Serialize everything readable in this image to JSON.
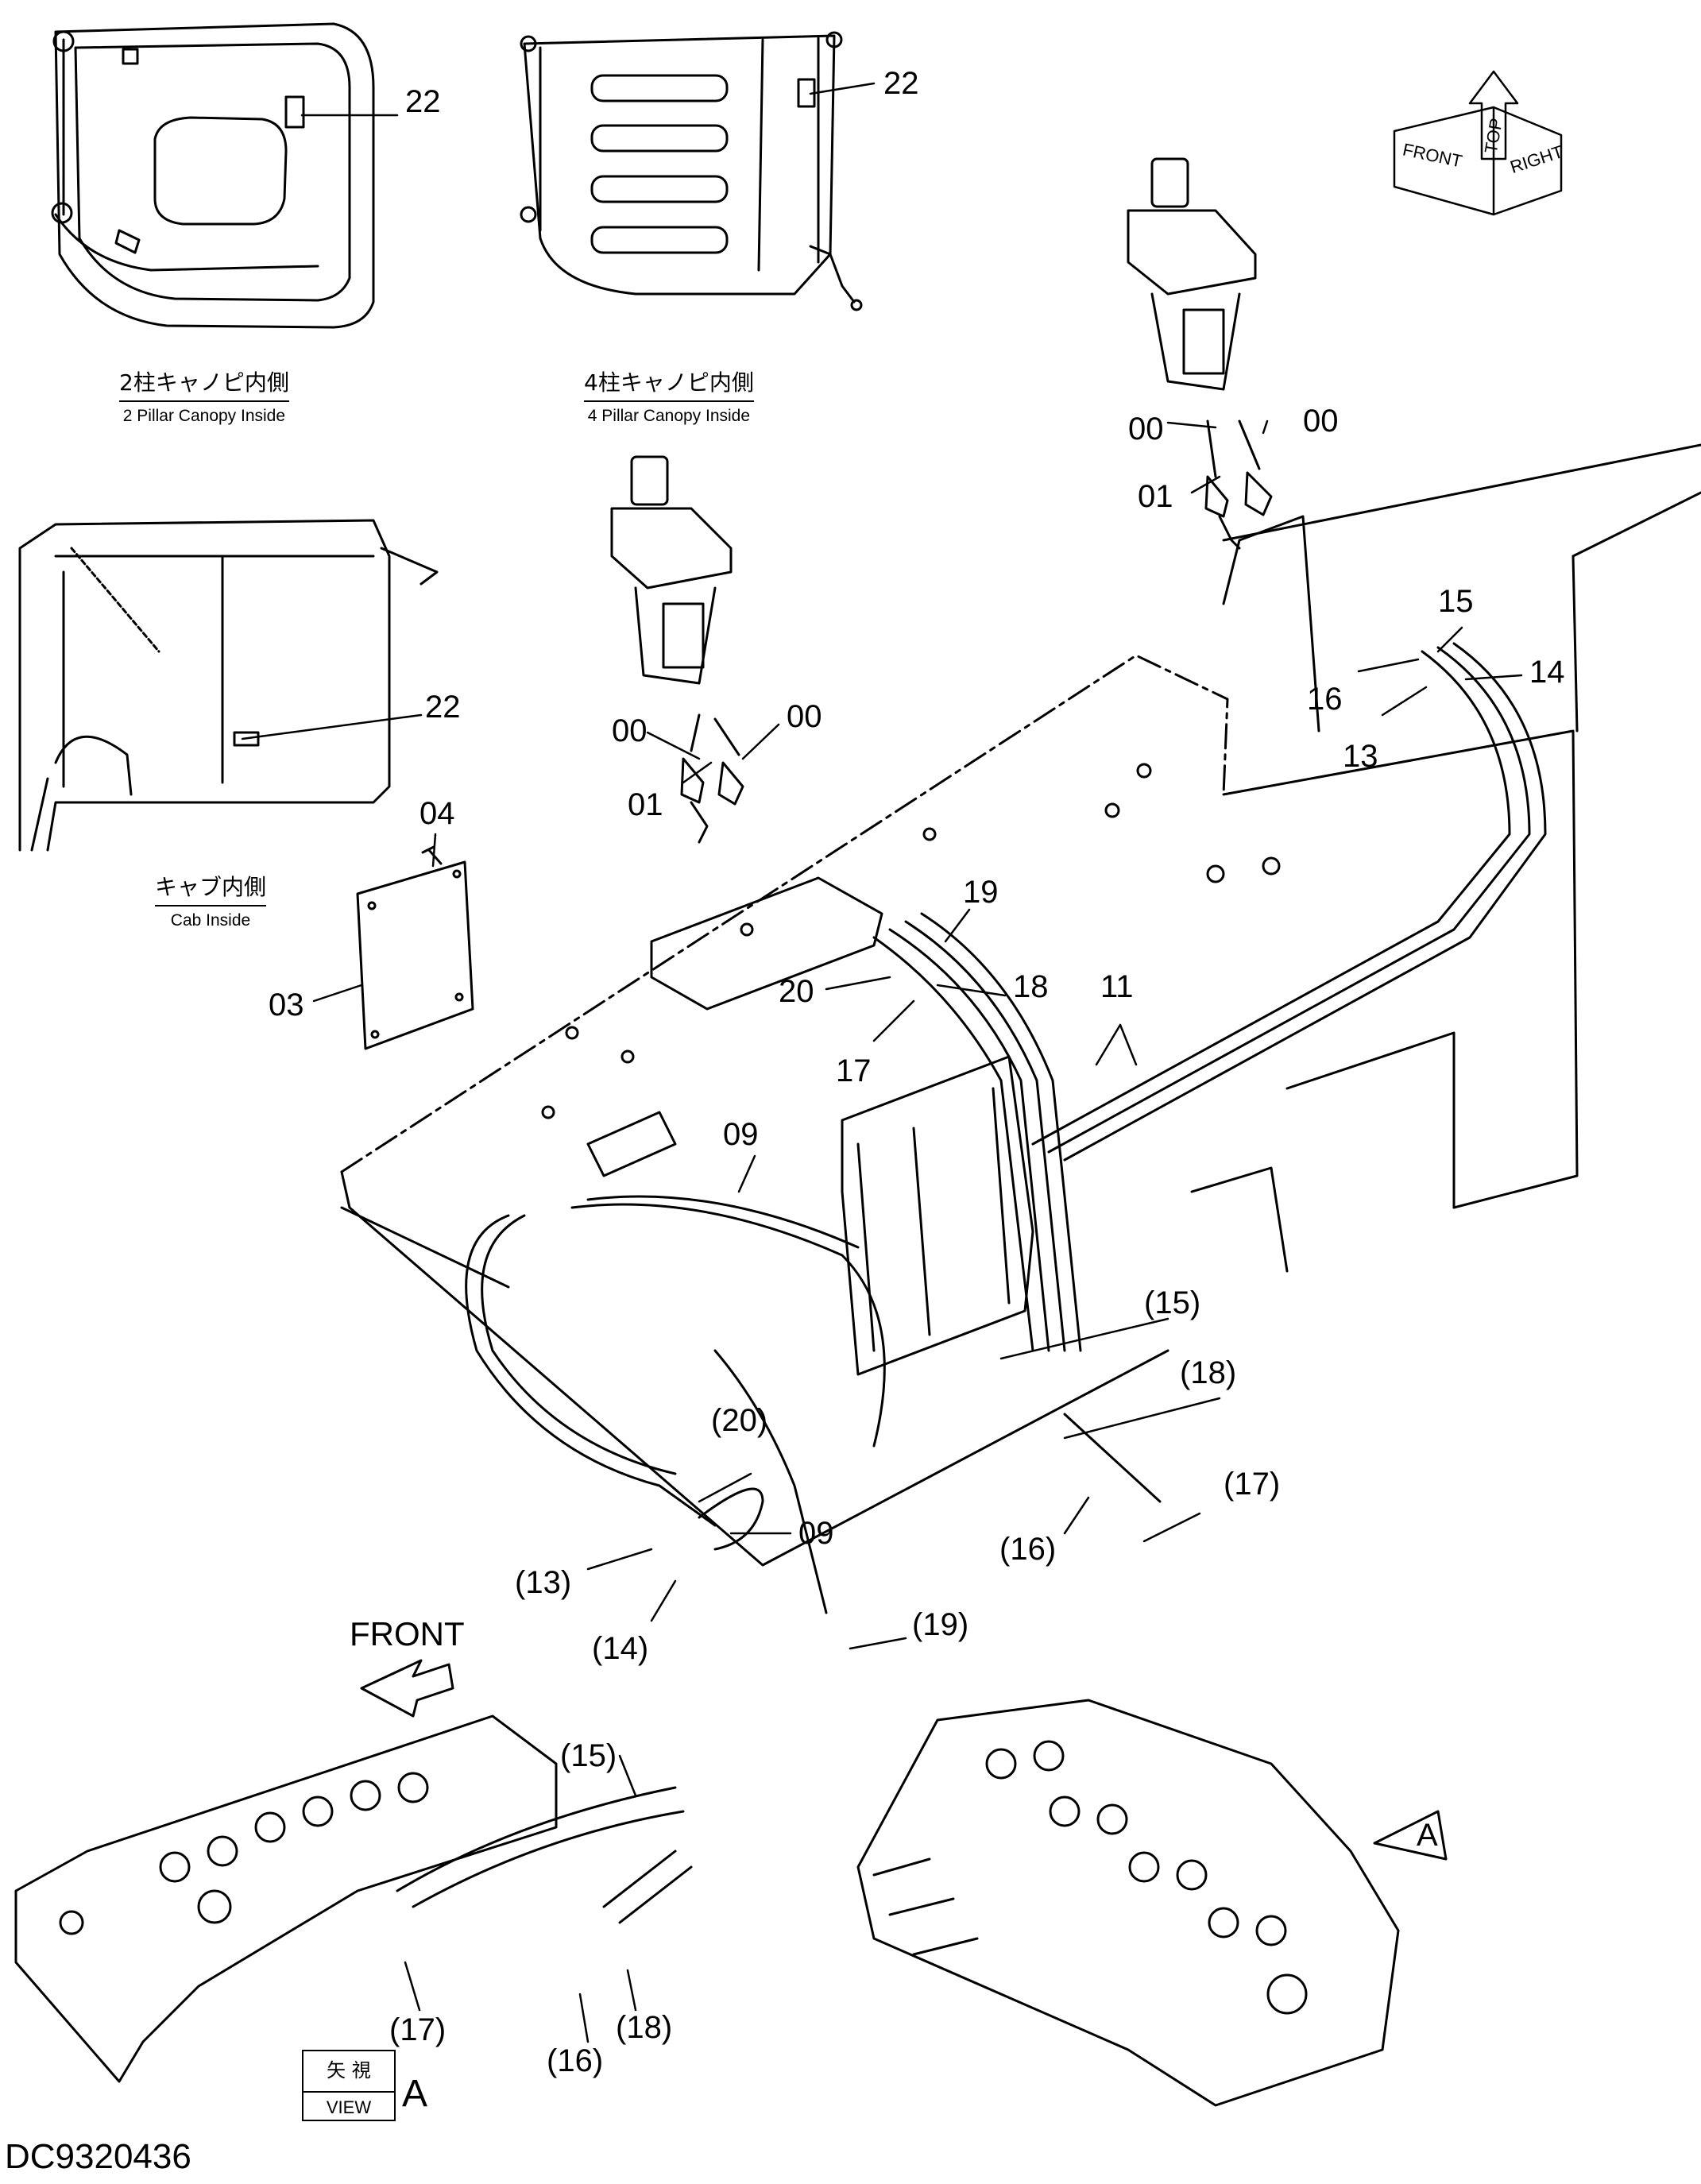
{
  "document_id": "DC9320436",
  "captions": {
    "two_pillar": {
      "jp": "2柱キャノピ内側",
      "en": "2 Pillar Canopy Inside"
    },
    "four_pillar": {
      "jp": "4柱キャノピ内側",
      "en": "4 Pillar Canopy Inside"
    },
    "cab": {
      "jp": "キャブ内側",
      "en": "Cab Inside"
    }
  },
  "orientation_cube": {
    "top": "TOP",
    "front": "FRONT",
    "right": "RIGHT"
  },
  "front_arrow_label": "FRONT",
  "view_marker": {
    "jp": "矢 視",
    "en": "VIEW",
    "letter": "A"
  },
  "view_arrow_letter": "A",
  "part_labels": {
    "p22_a": "22",
    "p22_b": "22",
    "p22_c": "22",
    "p04": "04",
    "p03": "03",
    "p00_l1": "00",
    "p00_l2": "00",
    "p01_l": "01",
    "p00_r1": "00",
    "p00_r2": "00",
    "p01_r": "01",
    "p15": "15",
    "p14": "14",
    "p16": "16",
    "p13": "13",
    "p19": "19",
    "p20": "20",
    "p18": "18",
    "p17": "17",
    "p11": "11",
    "p09_a": "09",
    "p09_b": "09",
    "p15_paren": "(15)",
    "p18_paren": "(18)",
    "p20_paren": "(20)",
    "p17_paren": "(17)",
    "p16_paren": "(16)",
    "p13_paren": "(13)",
    "p14_paren": "(14)",
    "p19_paren": "(19)",
    "v15_paren": "(15)",
    "v17_paren": "(17)",
    "v16_paren": "(16)",
    "v18_paren": "(18)"
  }
}
